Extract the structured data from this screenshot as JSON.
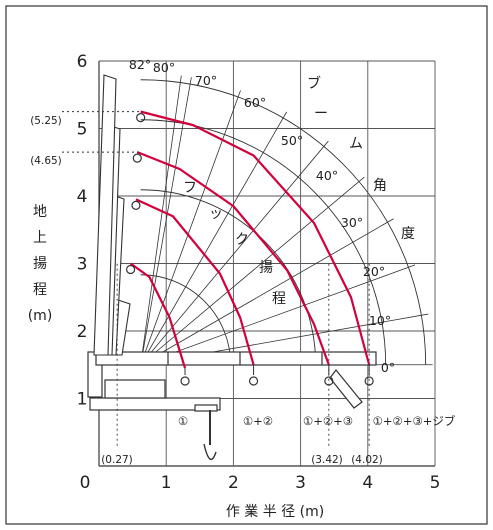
{
  "diagram": {
    "x_axis_title": "作 業 半 径 (m)",
    "y_axis_title_chars": [
      "地",
      "上",
      "揚",
      "程",
      "(m)"
    ],
    "x_ticks": [
      "0",
      "1",
      "2",
      "3",
      "4",
      "5"
    ],
    "y_ticks": [
      "1",
      "2",
      "3",
      "4",
      "5",
      "6"
    ],
    "angle_labels": [
      "82°",
      "80°",
      "70°",
      "60°",
      "50°",
      "40°",
      "30°",
      "20°",
      "10°",
      "0°"
    ],
    "boom_angle_chars": [
      "ブ",
      "ー",
      "ム",
      "角",
      "度"
    ],
    "hook_height_chars": [
      "フ",
      "ッ",
      "ク",
      "揚",
      "程"
    ],
    "left_annotations": [
      "(5.25)",
      "(4.65)"
    ],
    "bottom_annotations": [
      "(0.27)",
      "(3.42)",
      "(4.02)"
    ],
    "boom_stage_labels": [
      "①",
      "①+②",
      "①+②+③",
      "①+②+③+ジブ"
    ]
  },
  "chart_data": {
    "type": "line",
    "xlabel": "作 業 半 径 (m)",
    "ylabel": "地上揚程 (m)",
    "xlim": [
      0,
      5
    ],
    "ylim": [
      0,
      6
    ],
    "grid": true,
    "x_ticks": [
      0,
      1,
      2,
      3,
      4,
      5
    ],
    "y_ticks": [
      1,
      2,
      3,
      4,
      5,
      6
    ],
    "boom_angles": [
      82,
      80,
      70,
      60,
      50,
      40,
      30,
      20,
      10,
      0
    ],
    "series": [
      {
        "name": "①",
        "x": [
          0.47,
          0.75,
          1.05,
          1.28
        ],
        "y": [
          3.0,
          2.8,
          2.2,
          1.45
        ]
      },
      {
        "name": "①+②",
        "x": [
          0.55,
          1.1,
          1.8,
          2.1,
          2.3
        ],
        "y": [
          3.95,
          3.7,
          2.85,
          2.2,
          1.5
        ]
      },
      {
        "name": "①+②+③",
        "x": [
          0.57,
          1.2,
          2.0,
          2.8,
          3.2,
          3.42
        ],
        "y": [
          4.65,
          4.4,
          3.85,
          2.9,
          2.1,
          1.5
        ]
      },
      {
        "name": "①+②+③+ジブ",
        "x": [
          0.62,
          1.4,
          2.3,
          3.2,
          3.75,
          4.02
        ],
        "y": [
          5.25,
          5.05,
          4.6,
          3.6,
          2.5,
          1.5
        ]
      }
    ],
    "annotations": [
      {
        "text": "(5.25)",
        "axis": "y",
        "value": 5.25
      },
      {
        "text": "(4.65)",
        "axis": "y",
        "value": 4.65
      },
      {
        "text": "(0.27)",
        "axis": "x",
        "value": 0.27
      },
      {
        "text": "(3.42)",
        "axis": "x",
        "value": 3.42
      },
      {
        "text": "(4.02)",
        "axis": "x",
        "value": 4.02
      }
    ]
  }
}
